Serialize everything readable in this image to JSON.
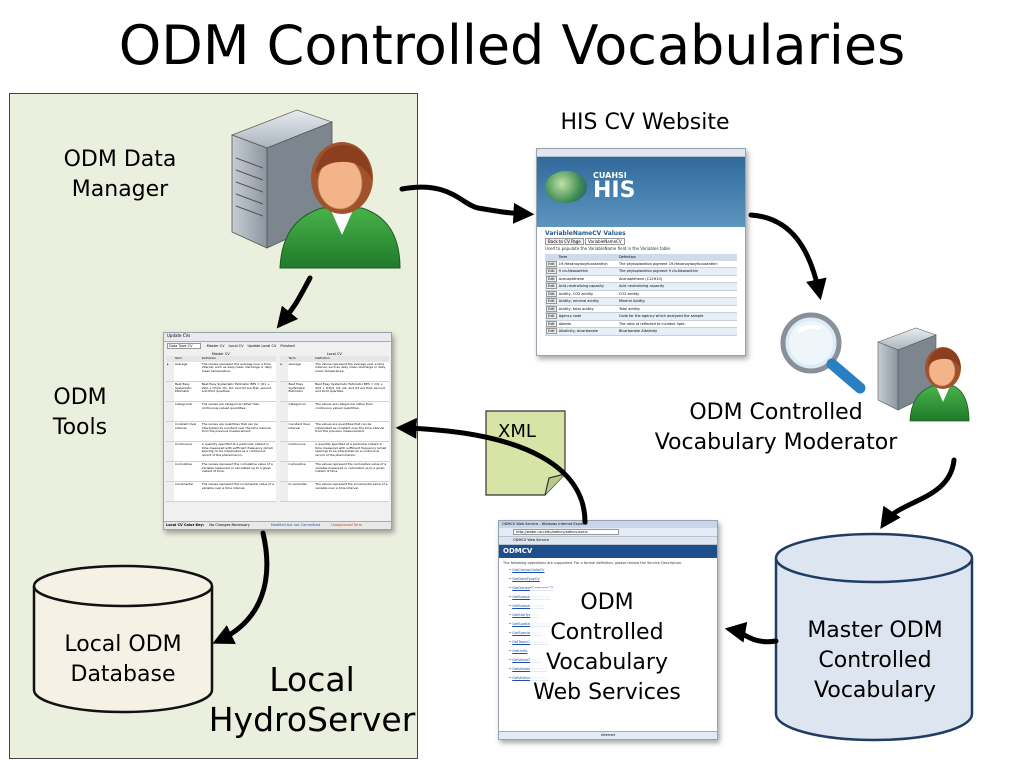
{
  "title": "ODM Controlled Vocabularies",
  "labels": {
    "data_manager_line1": "ODM Data",
    "data_manager_line2": "Manager",
    "his_cv_website": "HIS CV Website",
    "odm_tools_line1": "ODM",
    "odm_tools_line2": "Tools",
    "xml": "XML",
    "moderator_line1": "ODM Controlled",
    "moderator_line2": "Vocabulary Moderator",
    "local_db_line1": "Local ODM",
    "local_db_line2": "Database",
    "local_hydroserver_line1": "Local",
    "local_hydroserver_line2": "HydroServer",
    "web_services_line1": "ODM",
    "web_services_line2": "Controlled",
    "web_services_line3": "Vocabulary",
    "web_services_line4": "Web Services",
    "master_db_line1": "Master ODM",
    "master_db_line2": "Controlled",
    "master_db_line3": "Vocabulary"
  },
  "website_shot": {
    "brand": "CUAHSI",
    "brand_big": "HIS",
    "heading": "VariableNameCV Values",
    "back_button": "Back to CV Page",
    "select_value": "VariableNameCV",
    "intro": "Used to populate the VariableName field in the Variables table.",
    "col_term": "Term",
    "col_definition": "Definition",
    "edit_label": "Edit",
    "rows": [
      {
        "term": "19-Hexanoyloxyfucoxanthin",
        "definition": "The phytoplankton pigment 19-Hexanoyloxyfucoxanthin"
      },
      {
        "term": "9 cis-Neoxanthin",
        "definition": "The phytoplankton pigment 9 cis-Neoxanthin"
      },
      {
        "term": "Acenaphthene",
        "definition": "Acenaphthene (C12H10)"
      },
      {
        "term": "Acid neutralizing capacity",
        "definition": "Acid neutralizing capacity"
      },
      {
        "term": "Acidity, CO2 acidity",
        "definition": "CO2 acidity"
      },
      {
        "term": "Acidity, mineral acidity",
        "definition": "Mineral Acidity"
      },
      {
        "term": "Acidity, total acidity",
        "definition": "Total acidity"
      },
      {
        "term": "Agency code",
        "definition": "Code for the agency which analyzed the sample"
      },
      {
        "term": "Albedo",
        "definition": "The ratio of reflected to incident light."
      },
      {
        "term": "Alkalinity, bicarbonate",
        "definition": "Bicarbonate Alkalinity"
      }
    ]
  },
  "tools_shot": {
    "window_title": "Update CVs",
    "dropdown": "Data Type CV",
    "toolbar": [
      "Master CV",
      "Local CV",
      "Update Local CV",
      "Finished"
    ],
    "master_header": "Master CV",
    "local_header": "Local CV",
    "col_term": "Term",
    "col_definition": "Definition",
    "rows": [
      {
        "term": "Average",
        "definition": "The values represent the average over a time interval, such as daily mean discharge or daily mean temperature."
      },
      {
        "term": "Best Easy Systematic Estimator",
        "definition": "Best Easy Systematic Estimator BES = (Q1 + 2Q2 + Q3)/4. Q1, Q2, and Q3 are first, second, and third quartiles."
      },
      {
        "term": "Categorical",
        "definition": "The values are categorical rather than continuous valued quantities."
      },
      {
        "term": "Constant Over Interval",
        "definition": "The values are quantities that can be interpreted as constant over the time interval from the previous measurement."
      },
      {
        "term": "Continuous",
        "definition": "A quantity specified at a particular instant in time measured with sufficient frequency (small spacing) to be interpreted as a continuous record of the phenomenon."
      },
      {
        "term": "Cumulative",
        "definition": "The values represent the cumulative value of a variable measured or calculated up to a given instant of time."
      },
      {
        "term": "Incremental",
        "definition": "The values represent the incremental value of a variable over a time interval."
      }
    ],
    "key_label": "Local CV Color Key:",
    "key_items": [
      "No Changes Necessary",
      "Modified but not Committed",
      "Unapproved Term"
    ]
  },
  "services_shot": {
    "window_title": "ODMCV Web Service - Windows Internet Explorer",
    "address": "http://water.usu.edu/odmcv/odmcv.asmx",
    "tab": "ODMCV Web Service",
    "banner": "ODMCV",
    "intro": "The following operations are supported. For a formal definition, please review the Service Description.",
    "operations": [
      "GetCensorCodeCV",
      "GetDataTypeCV",
      "GetGeneralCategoryCV",
      "GetSampleMediumCV",
      "GetSampleTypeCV",
      "GetSiteTypeCV",
      "GetSpatialReferences",
      "GetSpeciationCV",
      "GetTopicCategoryCV",
      "GetUnits",
      "GetValueTypeCV",
      "GetVariableNameCV",
      "GetVerticalDatumCV"
    ],
    "status": "Internet"
  },
  "colors": {
    "local_panel": "#ebefdd",
    "cylinder_local": "#f5f1e4",
    "cylinder_master": "#dde5f0",
    "xml_doc": "#d7e4a6",
    "arrow": "#000000"
  }
}
